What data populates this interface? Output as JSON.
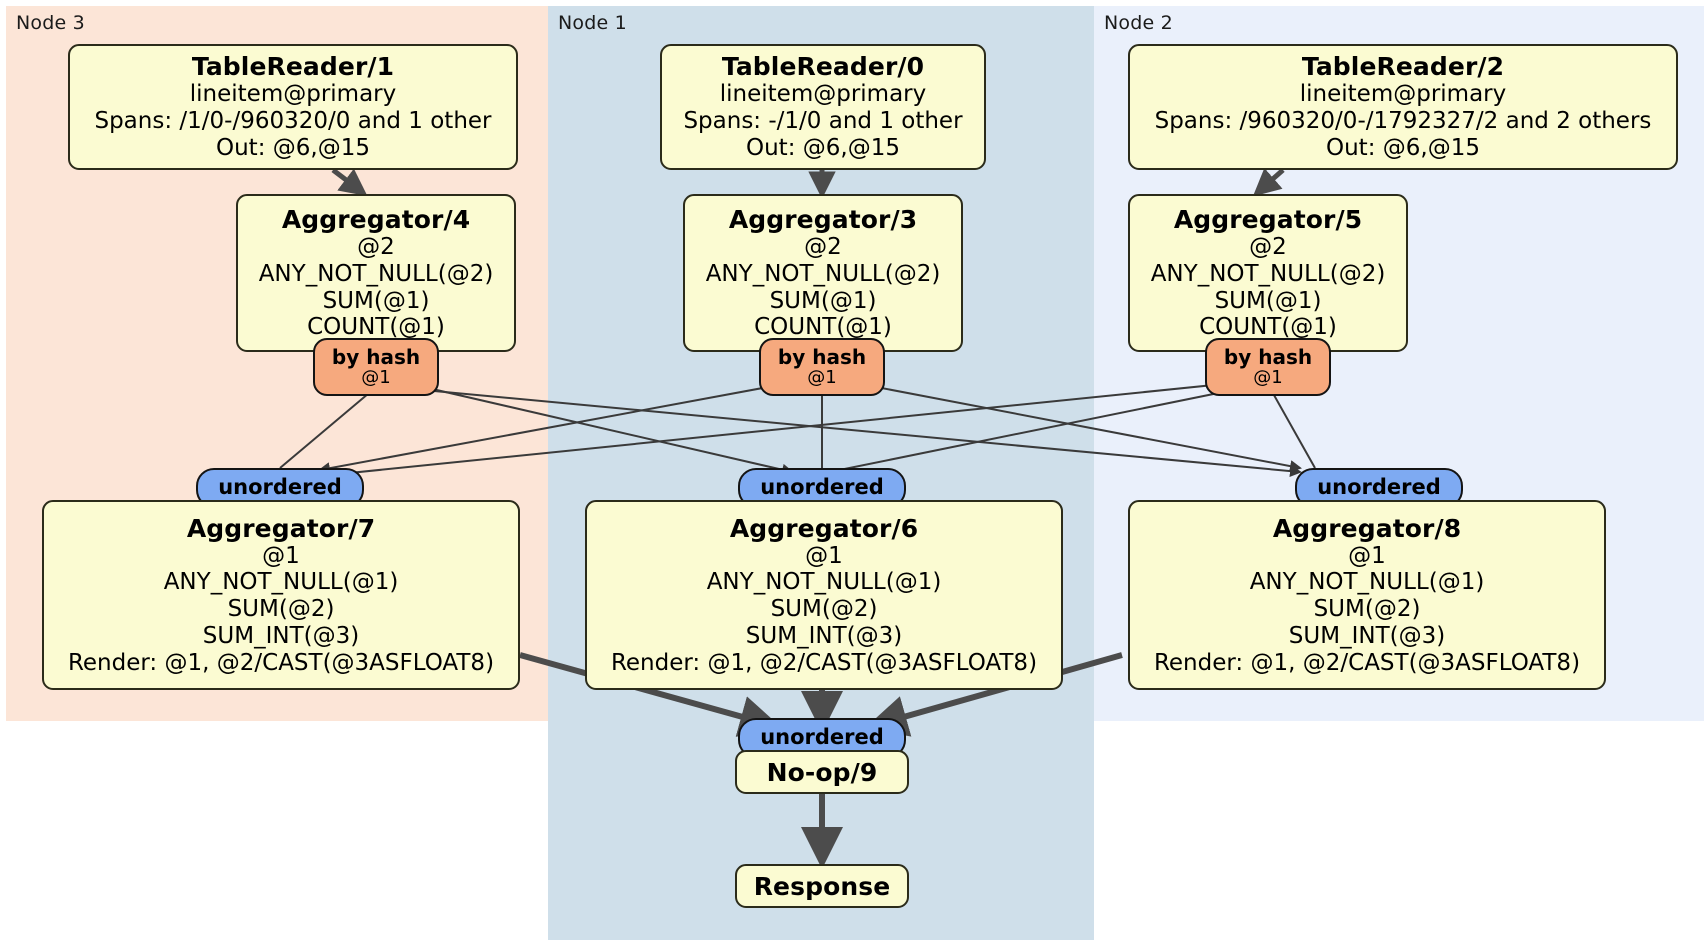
{
  "diagram": {
    "kind": "distsql-flow-diagram",
    "colors": {
      "node3_panel": "#fce5d7",
      "node1_panel": "#cfdfea",
      "node2_panel": "#eaf0fb",
      "processor_box": "#fbfbd2",
      "hash_router": "#f6a97e",
      "sync_unordered": "#7eaaf2",
      "edge": "#4c4c4c",
      "border": "#2b2b1a"
    }
  },
  "panels": [
    {
      "id": "node3",
      "label": "Node 3"
    },
    {
      "id": "node1",
      "label": "Node 1"
    },
    {
      "id": "node2",
      "label": "Node 2"
    }
  ],
  "processors": {
    "tablereader_1": {
      "title": "TableReader/1",
      "lines": [
        "lineitem@primary",
        "Spans: /1/0-/960320/0 and 1 other",
        "Out: @6,@15"
      ]
    },
    "tablereader_0": {
      "title": "TableReader/0",
      "lines": [
        "lineitem@primary",
        "Spans: -/1/0 and 1 other",
        "Out: @6,@15"
      ]
    },
    "tablereader_2": {
      "title": "TableReader/2",
      "lines": [
        "lineitem@primary",
        "Spans: /960320/0-/1792327/2 and 2 others",
        "Out: @6,@15"
      ]
    },
    "aggregator_4": {
      "title": "Aggregator/4",
      "lines": [
        "@2",
        "ANY_NOT_NULL(@2)",
        "SUM(@1)",
        "COUNT(@1)"
      ]
    },
    "aggregator_3": {
      "title": "Aggregator/3",
      "lines": [
        "@2",
        "ANY_NOT_NULL(@2)",
        "SUM(@1)",
        "COUNT(@1)"
      ]
    },
    "aggregator_5": {
      "title": "Aggregator/5",
      "lines": [
        "@2",
        "ANY_NOT_NULL(@2)",
        "SUM(@1)",
        "COUNT(@1)"
      ]
    },
    "aggregator_7": {
      "title": "Aggregator/7",
      "lines": [
        "@1",
        "ANY_NOT_NULL(@1)",
        "SUM(@2)",
        "SUM_INT(@3)",
        "Render: @1, @2/CAST(@3ASFLOAT8)"
      ]
    },
    "aggregator_6": {
      "title": "Aggregator/6",
      "lines": [
        "@1",
        "ANY_NOT_NULL(@1)",
        "SUM(@2)",
        "SUM_INT(@3)",
        "Render: @1, @2/CAST(@3ASFLOAT8)"
      ]
    },
    "aggregator_8": {
      "title": "Aggregator/8",
      "lines": [
        "@1",
        "ANY_NOT_NULL(@1)",
        "SUM(@2)",
        "SUM_INT(@3)",
        "Render: @1, @2/CAST(@3ASFLOAT8)"
      ]
    },
    "noop_9": {
      "title": "No-op/9",
      "lines": []
    },
    "response": {
      "title": "Response",
      "lines": []
    }
  },
  "routers": {
    "hash_4": {
      "label": "by hash",
      "column": "@1"
    },
    "hash_3": {
      "label": "by hash",
      "column": "@1"
    },
    "hash_5": {
      "label": "by hash",
      "column": "@1"
    }
  },
  "synchronizers": {
    "sync_7": {
      "label": "unordered"
    },
    "sync_6": {
      "label": "unordered"
    },
    "sync_8": {
      "label": "unordered"
    },
    "sync_9": {
      "label": "unordered"
    }
  }
}
